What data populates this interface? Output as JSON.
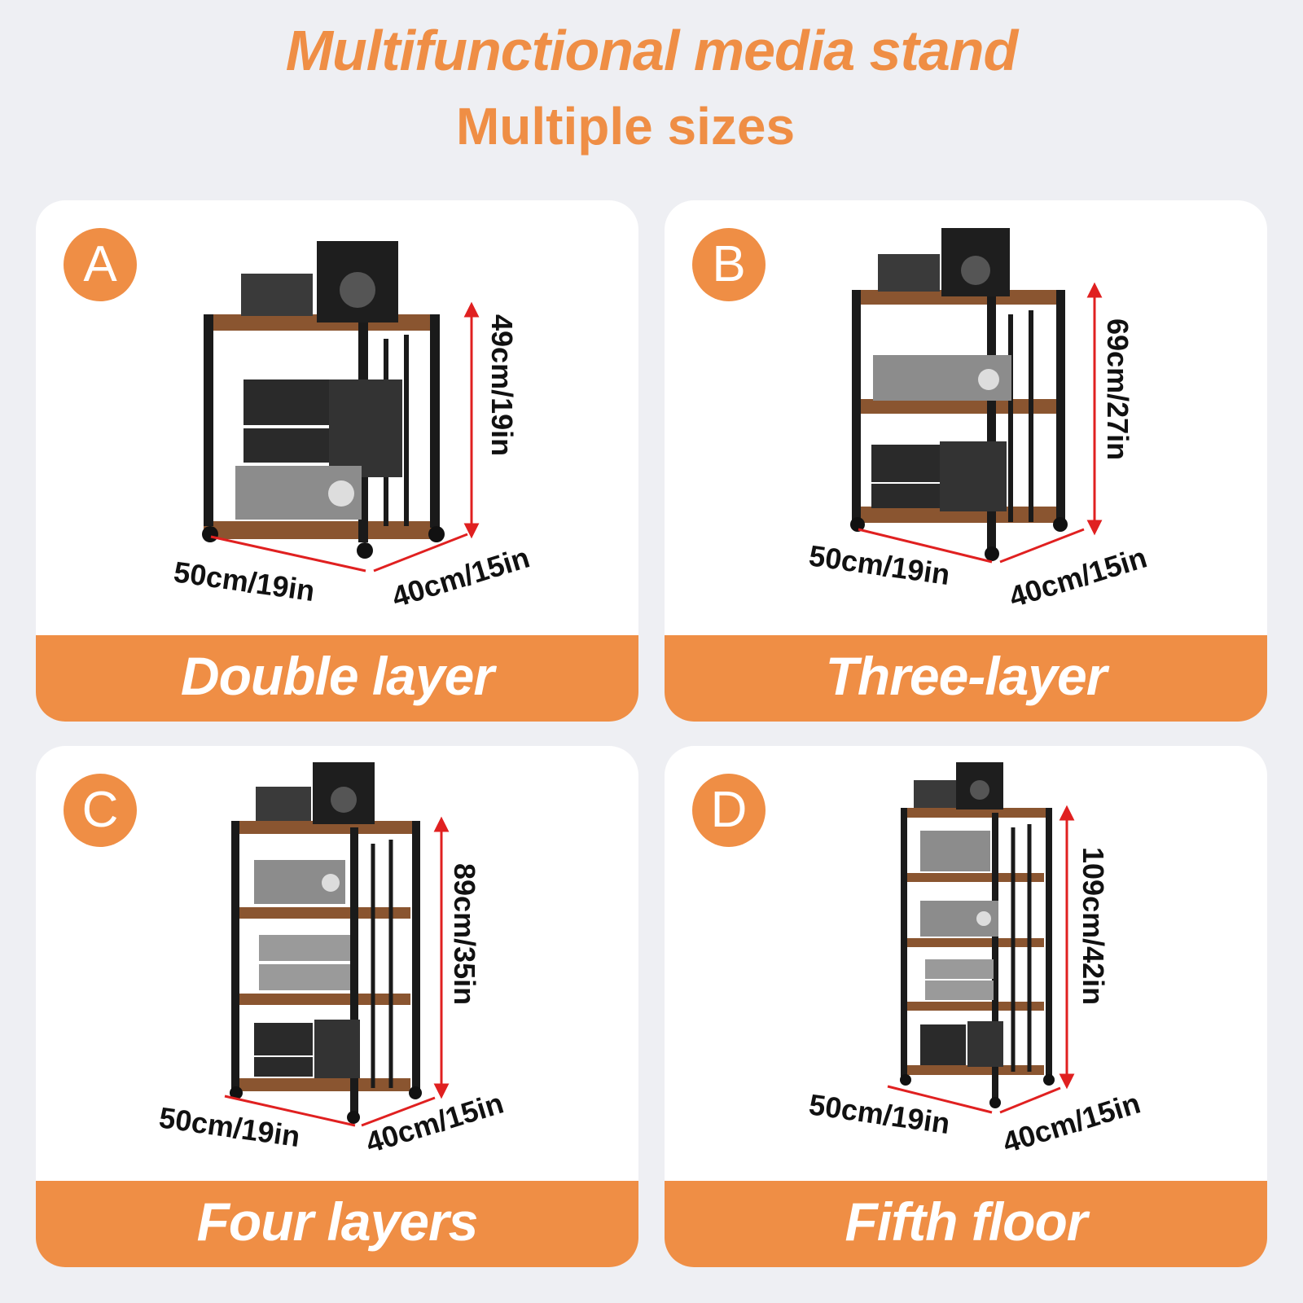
{
  "header": {
    "title": "Multifunctional media stand",
    "subtitle": "Multiple sizes"
  },
  "colors": {
    "accent": "#ef8e45",
    "background": "#eeeff3",
    "card": "#ffffff",
    "dimension_arrow": "#e02020",
    "wood": "#8a5530",
    "frame": "#1a1a1a"
  },
  "variants": [
    {
      "badge": "A",
      "label": "Double layer",
      "height": "49cm/19in",
      "width": "50cm/19in",
      "depth": "40cm/15in",
      "shelves": 2
    },
    {
      "badge": "B",
      "label": "Three-layer",
      "height": "69cm/27in",
      "width": "50cm/19in",
      "depth": "40cm/15in",
      "shelves": 3
    },
    {
      "badge": "C",
      "label": "Four layers",
      "height": "89cm/35in",
      "width": "50cm/19in",
      "depth": "40cm/15in",
      "shelves": 4
    },
    {
      "badge": "D",
      "label": "Fifth floor",
      "height": "109cm/42in",
      "width": "50cm/19in",
      "depth": "40cm/15in",
      "shelves": 5
    }
  ]
}
